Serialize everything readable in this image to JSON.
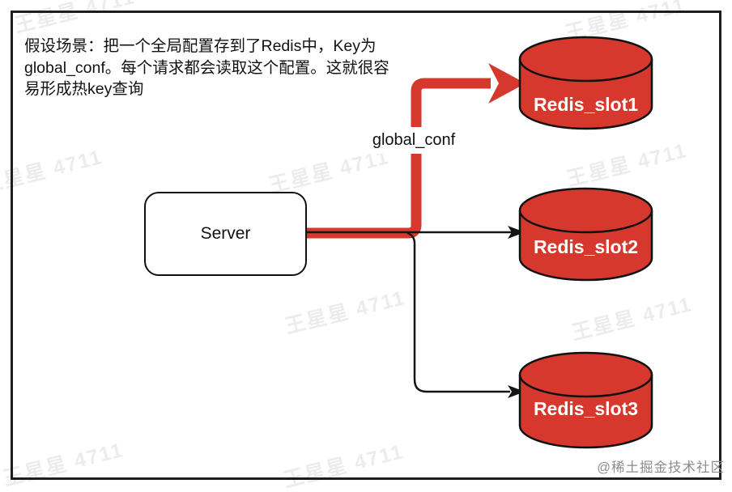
{
  "annotation": {
    "scenario_text": "假设场景：把一个全局配置存到了Redis中，Key为global_conf。每个请求都会读取这个配置。这就很容易形成热key查询"
  },
  "diagram": {
    "type": "flow-diagram",
    "server": {
      "label": "Server",
      "shape": "rounded-rectangle"
    },
    "slots": [
      {
        "label": "Redis_slot1",
        "shape": "cylinder"
      },
      {
        "label": "Redis_slot2",
        "shape": "cylinder"
      },
      {
        "label": "Redis_slot3",
        "shape": "cylinder"
      }
    ],
    "hot_edge": {
      "label": "global_conf",
      "from": "Server",
      "to": "Redis_slot1",
      "style": "thick-red-arrow"
    },
    "normal_edges": [
      {
        "from": "Server",
        "to": "Redis_slot2",
        "style": "thin-black-arrow"
      },
      {
        "from": "Server",
        "to": "Redis_slot3",
        "style": "thin-black-arrow"
      }
    ]
  },
  "watermark": {
    "text": "王星星 4711"
  },
  "credit": {
    "text": "@稀土掘金技术社区"
  },
  "colors": {
    "redis_red": "#d6382e",
    "line_black": "#151515",
    "frame_black": "#1d1d1d",
    "watermark_gray": "#e6e6ea",
    "credit_gray": "#8c8c8c",
    "background": "#ffffff"
  }
}
